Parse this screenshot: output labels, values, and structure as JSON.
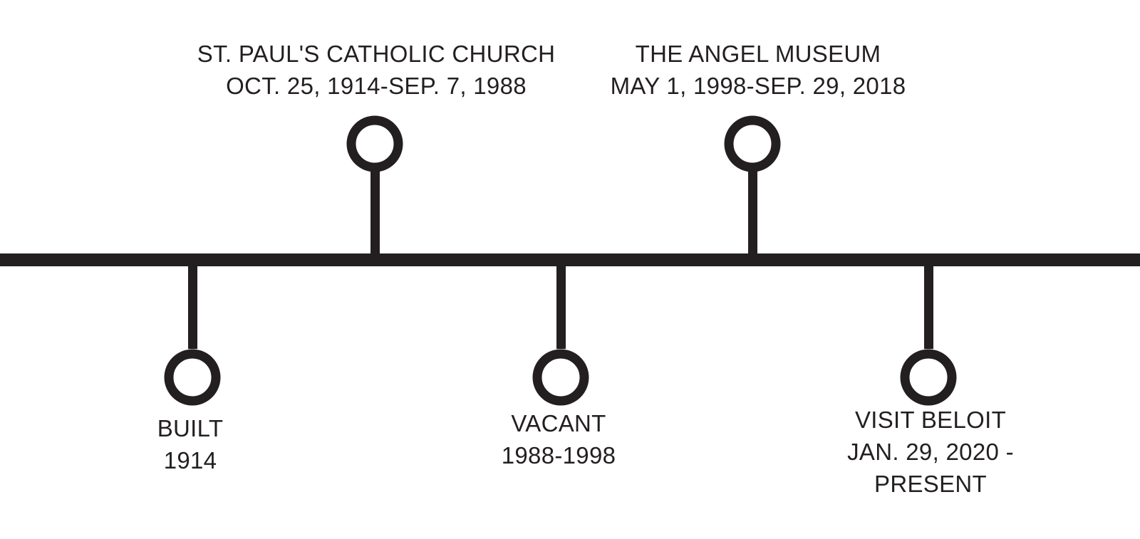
{
  "colors": {
    "ink": "#231f20",
    "background": "#ffffff"
  },
  "events": [
    {
      "id": "built",
      "position": "below",
      "lines": [
        "BUILT",
        "1914"
      ]
    },
    {
      "id": "church",
      "position": "above",
      "lines": [
        "ST. PAUL'S CATHOLIC CHURCH",
        "OCT. 25, 1914-SEP. 7, 1988"
      ]
    },
    {
      "id": "vacant",
      "position": "below",
      "lines": [
        "VACANT",
        "1988-1998"
      ]
    },
    {
      "id": "museum",
      "position": "above",
      "lines": [
        "THE ANGEL MUSEUM",
        "MAY 1, 1998-SEP. 29, 2018"
      ]
    },
    {
      "id": "visit",
      "position": "below",
      "lines": [
        "VISIT BELOIT",
        "JAN. 29, 2020 -",
        "PRESENT"
      ]
    }
  ]
}
